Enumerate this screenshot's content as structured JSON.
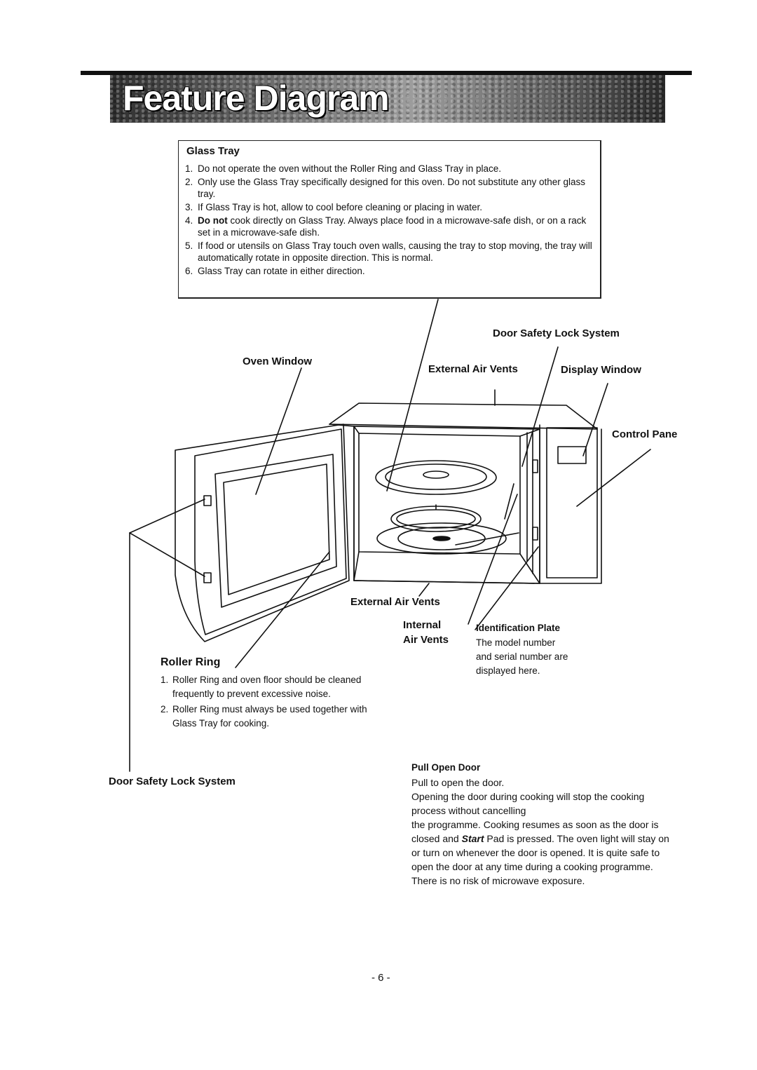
{
  "header": {
    "title": "Feature Diagram"
  },
  "glass_tray": {
    "title": "Glass Tray",
    "items": [
      {
        "num": "1.",
        "text": "Do not operate the oven without the Roller Ring and Glass Tray in place."
      },
      {
        "num": "2.",
        "text": "Only use the Glass Tray specifically designed for this oven. Do not substitute any other glass tray."
      },
      {
        "num": "3.",
        "text": "If Glass Tray is hot, allow to cool before cleaning or placing in water."
      },
      {
        "num": "4.",
        "bold": "Do not",
        "text": " cook directly on Glass Tray. Always place food in a microwave-safe dish, or on a rack set in a microwave-safe dish."
      },
      {
        "num": "5.",
        "text": "If food or utensils on Glass Tray touch oven walls, causing the tray to stop moving, the tray will automatically rotate in opposite direction. This is normal."
      },
      {
        "num": "6.",
        "text": "Glass Tray can rotate in either direction."
      }
    ]
  },
  "labels": {
    "door_safety_lock_top": "Door Safety Lock System",
    "oven_window": "Oven Window",
    "external_air_vents_top": "External Air Vents",
    "display_window": "Display Window",
    "control_panel": "Control Pane",
    "external_air_vents_bottom": "External Air Vents",
    "internal": "Internal",
    "air_vents": "Air Vents",
    "identification_plate": "Identification Plate",
    "identification_text_1": "The model number",
    "identification_text_2": "and serial number are",
    "identification_text_3": "displayed here.",
    "door_safety_lock_bottom": "Door Safety Lock System"
  },
  "roller_ring": {
    "title": "Roller Ring",
    "items": [
      {
        "num": "1.",
        "text": "Roller Ring and oven floor should be cleaned frequently to prevent excessive noise."
      },
      {
        "num": "2.",
        "text": "Roller Ring must always be used together with Glass Tray for cooking."
      }
    ]
  },
  "pull_open_door": {
    "title": "Pull Open Door",
    "line1": "Pull to open the door.",
    "line2": "Opening the door during cooking will stop the cooking process without cancelling",
    "line3_pre": "the programme. Cooking resumes as soon as the door is closed and ",
    "line3_em": "Start",
    "line3_post": " Pad is pressed. The oven light will stay on or turn on whenever the door is opened. It is quite safe to open the door at any time during a cooking programme.",
    "line4": "There is no risk of microwave exposure."
  },
  "footer": {
    "page_number": "- 6 -"
  }
}
